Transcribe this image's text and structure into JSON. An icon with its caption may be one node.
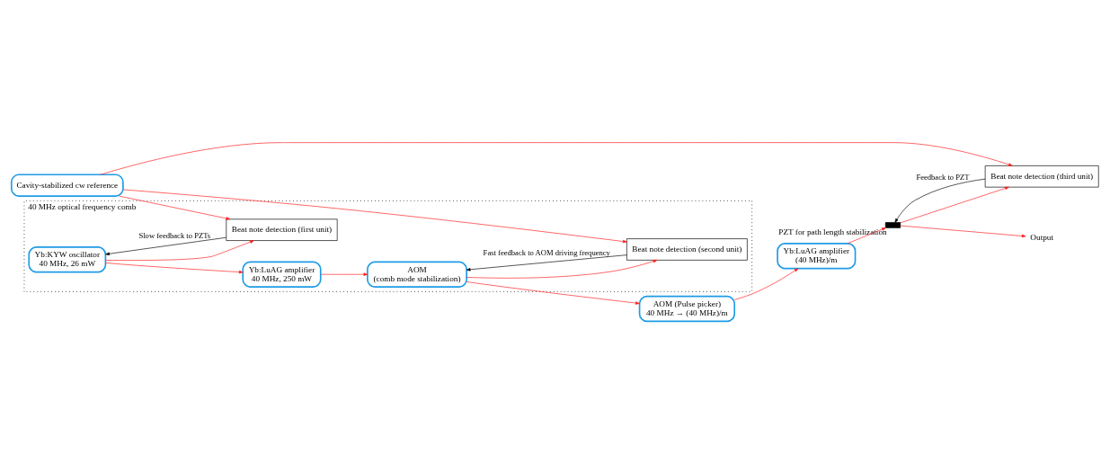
{
  "diagram": {
    "nodes": [
      {
        "text": [
          "40 MHz optical frequency comb"
        ]
      },
      {
        "text": [
          "Yb:KYW oscillator",
          "40 MHz, 26 mW"
        ],
        "in": 0
      },
      {
        "text": [
          "Beat note detection (first unit)"
        ],
        "in": 0
      },
      {
        "text": [
          "Beat note detection (second unit)"
        ],
        "in": 0
      },
      {
        "text": [
          "Yb:LuAG amplifier",
          "40 MHz, 250 mW"
        ],
        "in": 0
      },
      {
        "text": [
          "AOM",
          "(comb mode stabilization)"
        ],
        "in": 0
      },
      {
        "text": [
          "Cavity-stabilized cw reference"
        ]
      },
      {
        "text": [
          "Beat note detection (third unit)"
        ]
      },
      {
        "text": [
          "AOM (Pulse picker)",
          "40 MHz → (40 MHz)/m"
        ]
      },
      {
        "text": [
          "Yb:LuAG amplifier",
          "(40 MHz)/m"
        ]
      },
      {
        "text": [],
        "shape": "bar",
        "beside": [
          "PZT for path length stabilization"
        ]
      },
      {
        "text": [
          "Output"
        ]
      }
    ],
    "edges": [
      {
        "from": 1,
        "to": 2,
        "arrow": "to"
      },
      {
        "from": 2,
        "to": 1,
        "arrow": "to",
        "label": "Slow feedback to PZTs",
        "color": "#000000"
      },
      {
        "from": 1,
        "to": 4,
        "arrow": "to"
      },
      {
        "from": 6,
        "to": 2,
        "arrow": "to"
      },
      {
        "from": 6,
        "to": 3,
        "arrow": "to"
      },
      {
        "from": 6,
        "to": 7,
        "arrow": "to"
      },
      {
        "from": 3,
        "to": 5,
        "arrow": "to",
        "label": "Fast feedback to AOM driving frequency",
        "color": "#000000"
      },
      {
        "from": 4,
        "to": 5,
        "arrow": "to"
      },
      {
        "from": 5,
        "to": 3,
        "arrow": "to"
      },
      {
        "from": 5,
        "to": 8,
        "arrow": "to"
      },
      {
        "from": 8,
        "to": 9,
        "arrow": "to"
      },
      {
        "from": 9,
        "to": 10,
        "arrow": "to"
      },
      {
        "from": 10,
        "to": 7,
        "arrow": "to"
      },
      {
        "from": 10,
        "to": 11,
        "arrow": "to"
      },
      {
        "from": 7,
        "to": 10,
        "arrow": "to",
        "label": "Feedback to PZT",
        "color": "#000000"
      }
    ]
  }
}
